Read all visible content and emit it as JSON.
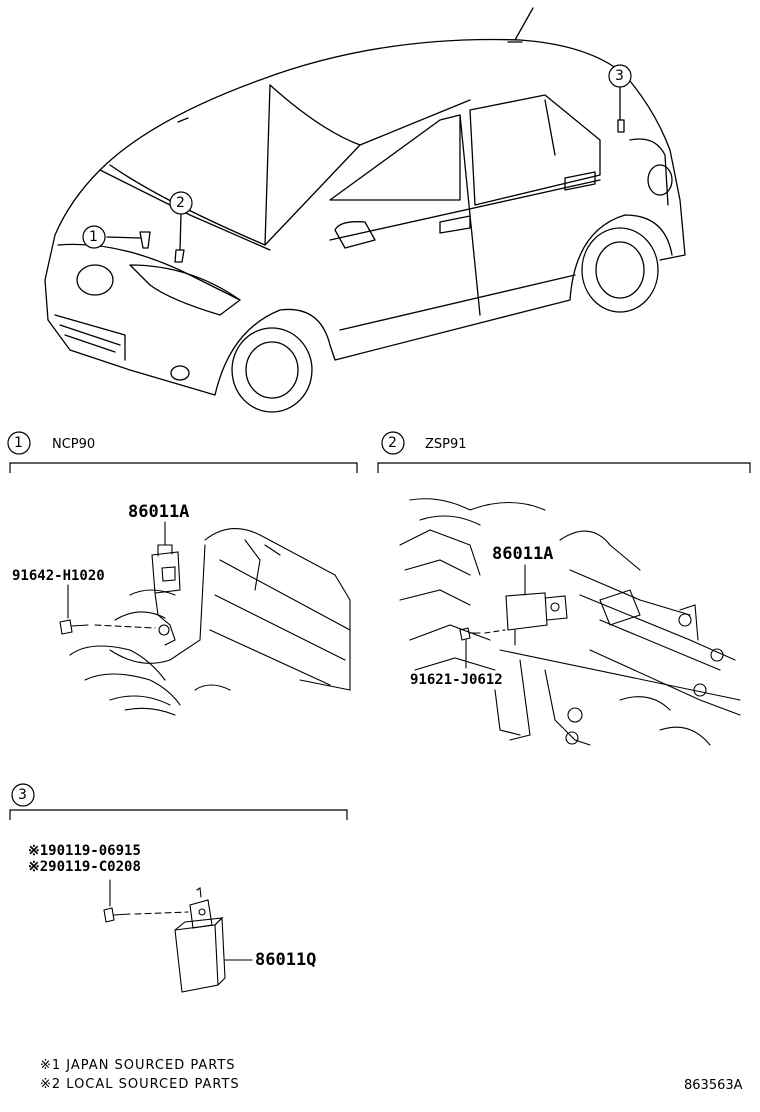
{
  "car": {
    "callouts": [
      "1",
      "2",
      "3"
    ]
  },
  "sections": [
    {
      "num": "1",
      "model": "NCP90"
    },
    {
      "num": "2",
      "model": "ZSP91"
    },
    {
      "num": "3",
      "model": ""
    }
  ],
  "section1": {
    "sensor": "86011A",
    "bolt": "91642-H1020"
  },
  "section2": {
    "sensor": "86011A",
    "bolt": "91621-J0612"
  },
  "section3": {
    "bolt_jp": "※190119-06915",
    "bolt_local": "※290119-C0208",
    "module": "86011Q"
  },
  "notes": [
    "※1 JAPAN SOURCED PARTS",
    "※2 LOCAL SOURCED PARTS"
  ],
  "figure_id": "863563A"
}
